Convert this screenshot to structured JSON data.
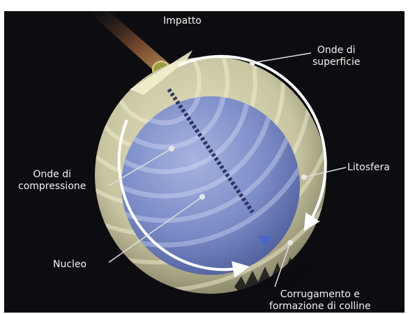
{
  "labels": {
    "impact": "Impatto",
    "surface_waves": [
      "Onde di",
      "superficie"
    ],
    "compression_waves": [
      "Onde di",
      "compressione"
    ],
    "lithosphere": "Litosfera",
    "core": "Nucleo",
    "folding": [
      "Corrugamento e",
      "formazione di colline"
    ]
  },
  "colors": {
    "background": "#0d0c10",
    "crust": "#c9c6a4",
    "core": "#7f8fc4",
    "label_text": "#f2f2f2",
    "arrow": "#ffffff"
  }
}
